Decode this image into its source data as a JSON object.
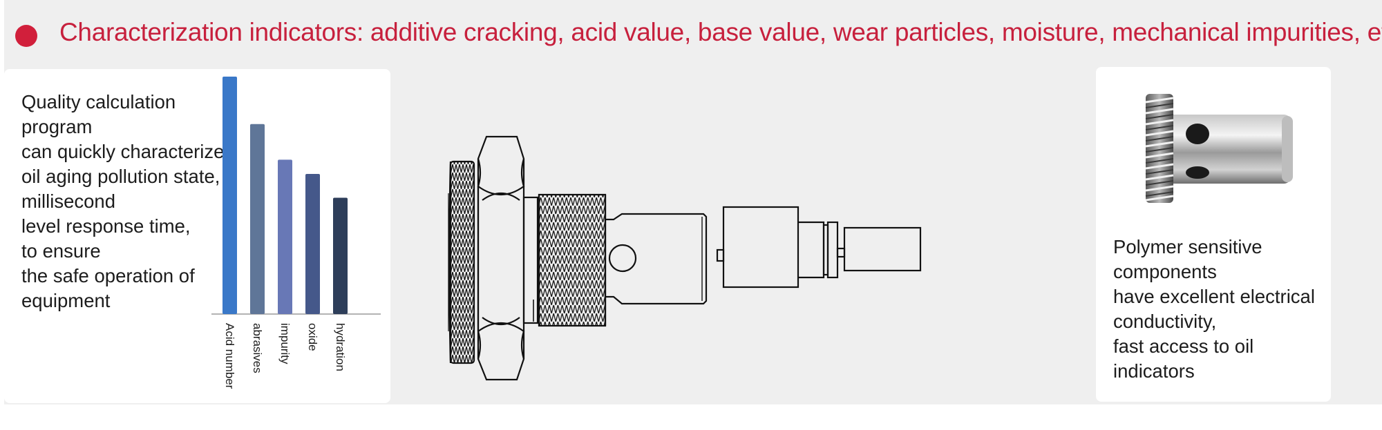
{
  "header": {
    "title": "Characterization indicators: additive cracking, acid value, base value, wear particles, moisture, mechanical impurities, etc"
  },
  "left_card": {
    "lines": [
      "Quality calculation",
      "program",
      "can quickly characterize",
      "oil aging pollution state,",
      "millisecond",
      "level response time,",
      "to ensure",
      "the safe operation of",
      "equipment"
    ]
  },
  "right_card": {
    "lines": [
      "Polymer sensitive",
      "components",
      "have excellent electrical",
      "conductivity,",
      "fast access to oil",
      "indicators"
    ]
  },
  "chart_data": {
    "type": "bar",
    "categories": [
      "Acid number",
      "abrasives",
      "impurity",
      "oxide",
      "hydration"
    ],
    "values": [
      100,
      80,
      65,
      59,
      49
    ],
    "colors": [
      "#3a78c8",
      "#5f7698",
      "#6878b6",
      "#45588a",
      "#2e3e5a"
    ],
    "ylim": [
      0,
      100
    ],
    "grid": false,
    "title": "",
    "xlabel": "",
    "ylabel": ""
  },
  "colors": {
    "accent": "#c7203d",
    "dot": "#d11f3b",
    "background": "#efefef",
    "card": "#ffffff"
  }
}
